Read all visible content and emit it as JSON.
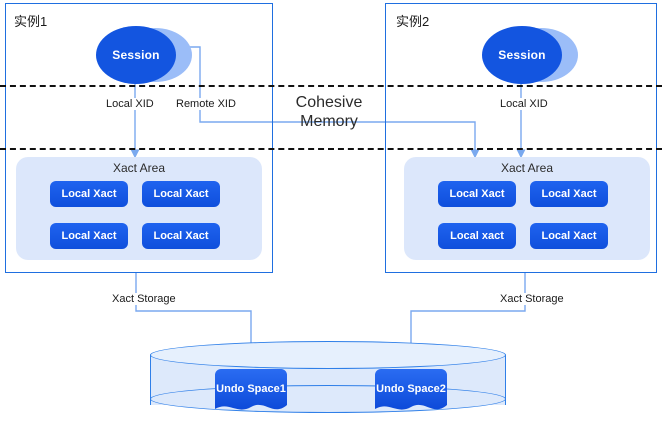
{
  "diagram": {
    "title": "Cohesive Memory",
    "cohesive_memory_label_line1": "Cohesive",
    "cohesive_memory_label_line2": "Memory",
    "instances": [
      {
        "name": "instance-1",
        "title": "实例1",
        "session_label": "Session",
        "xact_area_title": "Xact Area",
        "xacts": [
          "Local Xact",
          "Local Xact",
          "Local Xact",
          "Local Xact"
        ],
        "local_xid_label": "Local XID",
        "remote_xid_label": "Remote XID",
        "storage_label": "Xact Storage"
      },
      {
        "name": "instance-2",
        "title": "实例2",
        "session_label": "Session",
        "xact_area_title": "Xact Area",
        "xacts": [
          "Local Xact",
          "Local Xact",
          "Local xact",
          "Local Xact"
        ],
        "local_xid_label": "Local XID",
        "remote_xid_label": "",
        "storage_label": "Xact Storage"
      }
    ],
    "storage": {
      "undo_spaces": [
        "Undo Space1",
        "Undo Space2"
      ]
    },
    "colors": {
      "instance_border": "#1f6fe0",
      "session_fill": "#1355e0",
      "session_shadow": "#9bbdf8",
      "xact_area_fill": "#dce7fb",
      "xact_fill": "#1355e0",
      "wire": "#7aa9ef",
      "cylinder_stroke": "#2f7fe8",
      "cylinder_fill": "#dde9fb",
      "undo_fill": "#1355e0",
      "dashed": "#111111"
    }
  }
}
